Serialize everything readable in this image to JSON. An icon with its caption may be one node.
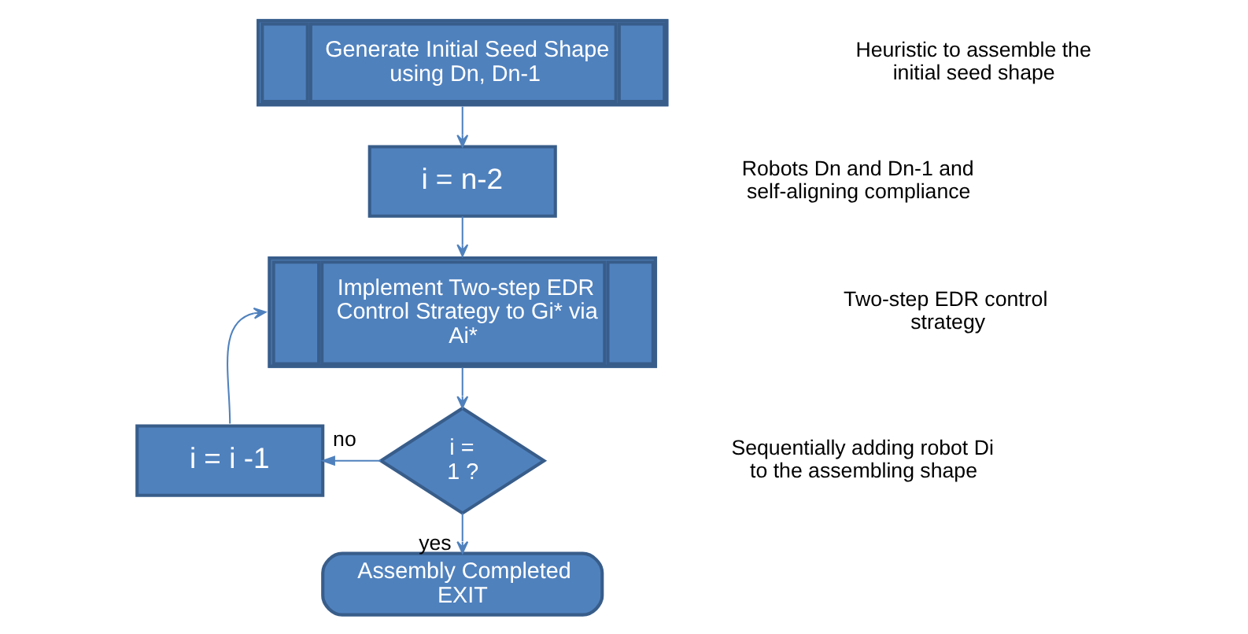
{
  "diagram": {
    "nodes": [
      {
        "text": [
          "Generate Initial Seed Shape using Dn, Dn-1"
        ]
      },
      {
        "text": [
          "i = n-2"
        ]
      },
      {
        "text": [
          "Implement Two-step EDR Control Strategy to Gi* via Ai*"
        ]
      },
      {
        "text": [
          "i = 1 ?"
        ]
      },
      {
        "text": [
          "Assembly Completed EXIT"
        ]
      },
      {
        "text": [
          "i = i -1"
        ]
      }
    ],
    "edges": [
      {
        "from": 0,
        "to": 1,
        "arrow": "to"
      },
      {
        "from": 1,
        "to": 2,
        "arrow": "to"
      },
      {
        "from": 2,
        "to": 3,
        "arrow": "to"
      },
      {
        "from": 3,
        "to": 5,
        "arrow": "to",
        "label": "no"
      },
      {
        "from": 5,
        "to": 2,
        "arrow": "to"
      },
      {
        "from": 3,
        "to": 4,
        "arrow": "to",
        "label": "yes"
      }
    ],
    "labels": [
      "Heuristic to assemble the initial seed shape",
      "Robots Dn and Dn-1 and self-aligning compliance",
      "Two-step EDR control strategy",
      "Sequentially adding robot Di to the assembling shape"
    ]
  }
}
